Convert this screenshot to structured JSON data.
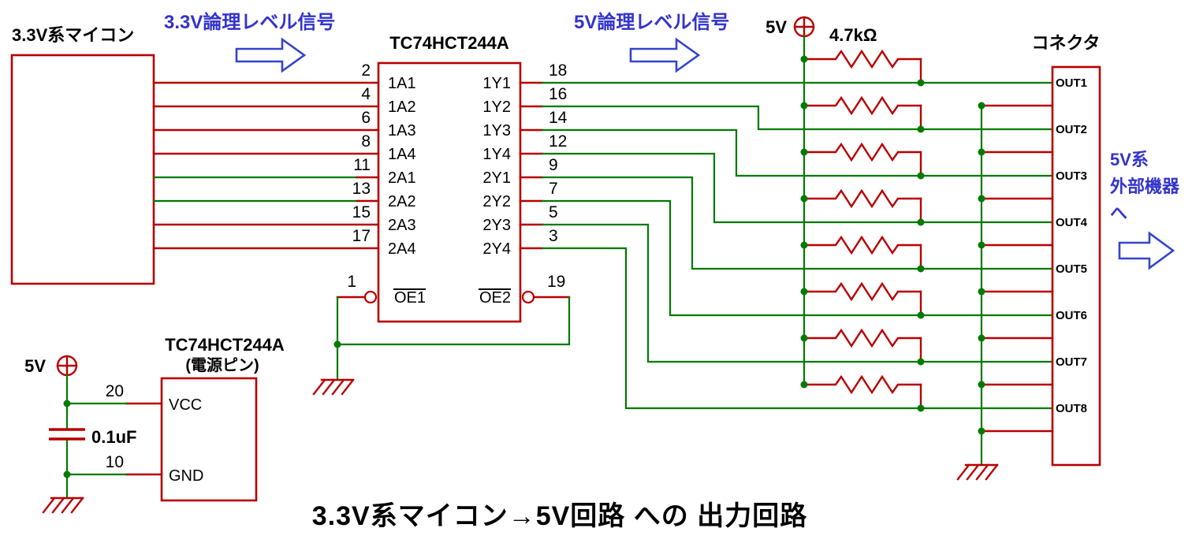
{
  "title": "3.3V系マイコン→5V回路 への 出力回路",
  "colors": {
    "wire_green": "#007A00",
    "component_red": "#B80000",
    "annotation_blue": "#3333CC"
  },
  "mcu": {
    "label": "3.3V系マイコン"
  },
  "annotations": {
    "input_signal": "3.3V論理レベル信号",
    "output_signal": "5V論理レベル信号",
    "ext_device_line1": "5V系",
    "ext_device_line2": "外部機器",
    "ext_device_line3": "へ"
  },
  "ic": {
    "title": "TC74HCT244A",
    "left_pins": [
      {
        "num": "2",
        "name": "1A1"
      },
      {
        "num": "4",
        "name": "1A2"
      },
      {
        "num": "6",
        "name": "1A3"
      },
      {
        "num": "8",
        "name": "1A4"
      },
      {
        "num": "11",
        "name": "2A1"
      },
      {
        "num": "13",
        "name": "2A2"
      },
      {
        "num": "15",
        "name": "2A3"
      },
      {
        "num": "17",
        "name": "2A4"
      }
    ],
    "right_pins": [
      {
        "num": "18",
        "name": "1Y1"
      },
      {
        "num": "16",
        "name": "1Y2"
      },
      {
        "num": "14",
        "name": "1Y3"
      },
      {
        "num": "12",
        "name": "1Y4"
      },
      {
        "num": "9",
        "name": "2Y1"
      },
      {
        "num": "7",
        "name": "2Y2"
      },
      {
        "num": "5",
        "name": "2Y3"
      },
      {
        "num": "3",
        "name": "2Y4"
      }
    ],
    "oe1": {
      "num": "1",
      "name": "OE1"
    },
    "oe2": {
      "num": "19",
      "name": "OE2"
    }
  },
  "pullups": {
    "supply_label": "5V",
    "value_label": "4.7kΩ"
  },
  "connector": {
    "title": "コネクタ",
    "pins": [
      "OUT1",
      "OUT2",
      "OUT3",
      "OUT4",
      "OUT5",
      "OUT6",
      "OUT7",
      "OUT8"
    ]
  },
  "power": {
    "title": "TC74HCT244A",
    "subtitle": "(電源ピン)",
    "supply_label": "5V",
    "cap_label": "0.1uF",
    "vcc": {
      "num": "20",
      "name": "VCC"
    },
    "gnd": {
      "num": "10",
      "name": "GND"
    }
  }
}
